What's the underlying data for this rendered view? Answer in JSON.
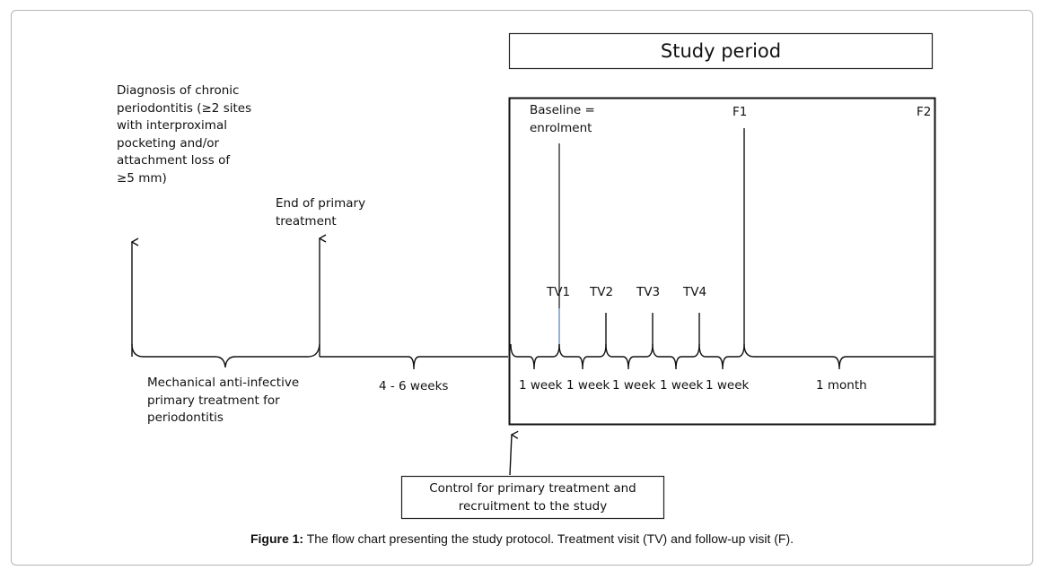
{
  "study_period_title": "Study period",
  "diagnosis_text": "Diagnosis of chronic\nperiodontitis (≥2 sites\nwith interproximal\npocketing and/or\nattachment loss of\n≥5 mm)",
  "end_primary_text": "End of primary\ntreatment",
  "baseline_text": "Baseline =\nenrolment",
  "f1_label": "F1",
  "f2_label": "F2",
  "tv_labels": [
    "TV1",
    "TV2",
    "TV3",
    "TV4"
  ],
  "mechanical_text": "Mechanical anti-infective\nprimary treatment for\nperiodontitis",
  "weeks_4_6": "4 - 6 weeks",
  "week_labels": [
    "1 week",
    "1 week",
    "1 week",
    "1 week",
    "1 week"
  ],
  "month_label": "1 month",
  "control_text": "Control for primary treatment and\nrecruitment to the study",
  "caption_bold": "Figure 1:",
  "caption_text": " The flow chart presenting the study protocol. Treatment visit (TV) and follow-up visit (F)."
}
